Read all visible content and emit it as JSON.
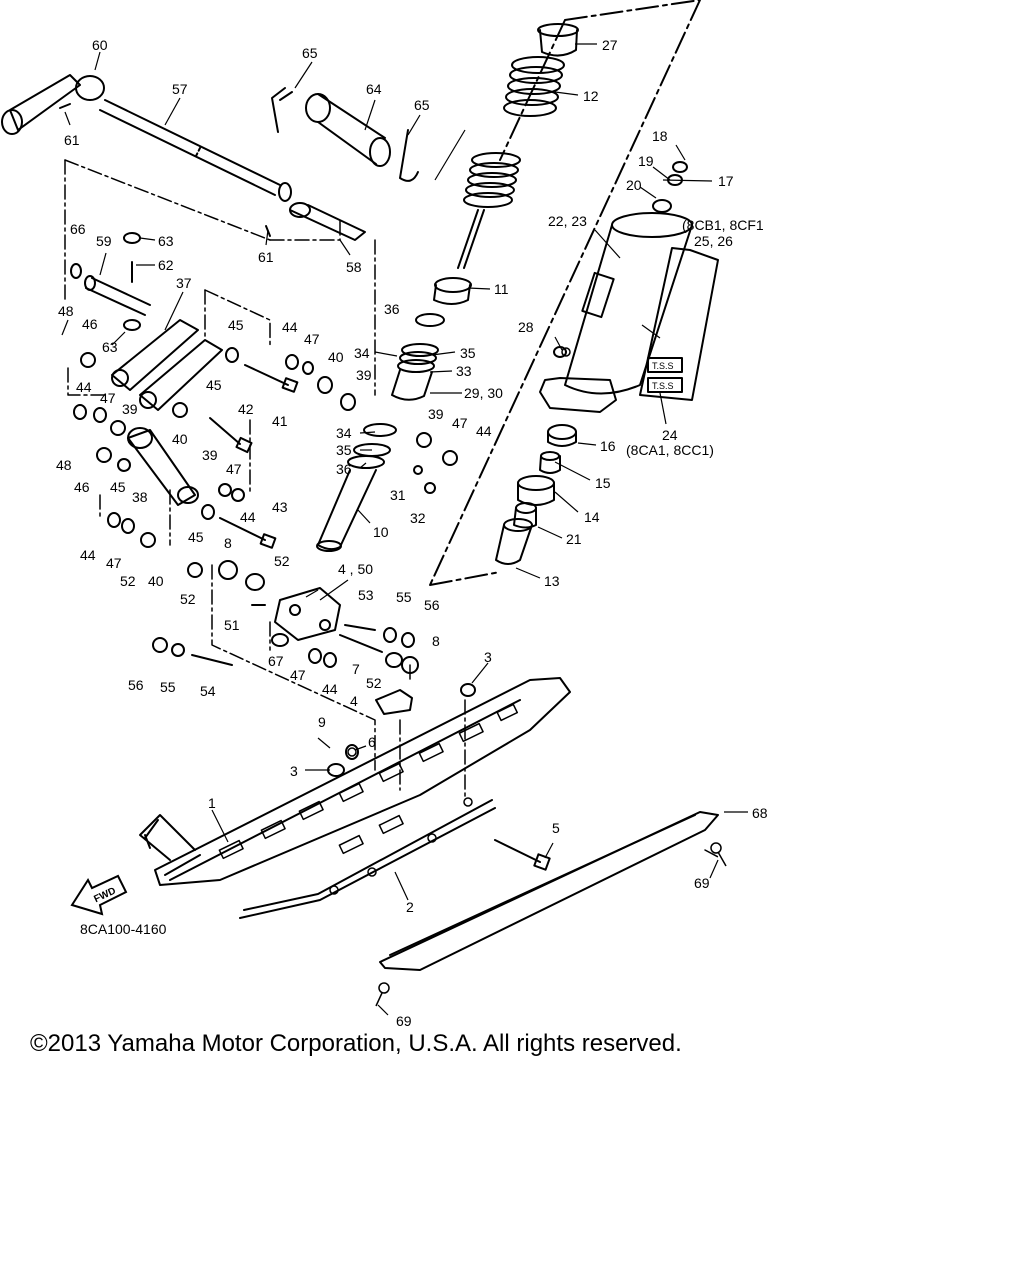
{
  "diagram": {
    "part_number": "8CA100-4160",
    "fwd_label": "FWD",
    "callouts": {
      "c1": "1",
      "c2": "2",
      "c3a": "3",
      "c3b": "3",
      "c4": "4",
      "c4_50": "4 , 50",
      "c5": "5",
      "c6": "6",
      "c7": "7",
      "c8a": "8",
      "c8b": "8",
      "c9": "9",
      "c10": "10",
      "c11": "11",
      "c12": "12",
      "c13": "13",
      "c14": "14",
      "c15": "15",
      "c16": "16",
      "c17": "17",
      "c18": "18",
      "c19": "19",
      "c20": "20",
      "c21": "21",
      "c22_23": "22, 23",
      "c24": "24",
      "c8ca1": "(8CA1, 8CC1)",
      "c8cb1": "(8CB1, 8CF1",
      "c25_26": "25, 26",
      "c27": "27",
      "c28": "28",
      "c29_30": "29, 30",
      "c31": "31",
      "c32": "32",
      "c33": "33",
      "c34a": "34",
      "c34b": "34",
      "c35a": "35",
      "c35b": "35",
      "c36a": "36",
      "c36b": "36",
      "c37": "37",
      "c38": "38",
      "c39a": "39",
      "c39b": "39",
      "c39c": "39",
      "c39d": "39",
      "c40a": "40",
      "c40b": "40",
      "c40c": "40",
      "c41": "41",
      "c42": "42",
      "c43": "43",
      "c44a": "44",
      "c44b": "44",
      "c44c": "44",
      "c44d": "44",
      "c44e": "44",
      "c44f": "44",
      "c45a": "45",
      "c45b": "45",
      "c45c": "45",
      "c45d": "45",
      "c46a": "46",
      "c46b": "46",
      "c47a": "47",
      "c47b": "47",
      "c47c": "47",
      "c47d": "47",
      "c47e": "47",
      "c47f": "47",
      "c48a": "48",
      "c48b": "48",
      "c51": "51",
      "c52a": "52",
      "c52b": "52",
      "c52c": "52",
      "c52d": "52",
      "c53": "53",
      "c54": "54",
      "c55a": "55",
      "c55b": "55",
      "c56a": "56",
      "c56b": "56",
      "c57": "57",
      "c58": "58",
      "c59": "59",
      "c60": "60",
      "c61a": "61",
      "c61b": "61",
      "c62": "62",
      "c63a": "63",
      "c63b": "63",
      "c64": "64",
      "c65a": "65",
      "c65b": "65",
      "c66": "66",
      "c67": "67",
      "c68": "68",
      "c69a": "69",
      "c69b": "69",
      "tss1": "T.S.S",
      "tss2": "T.S.S"
    }
  },
  "footer": {
    "copyright": "©2013 Yamaha Motor Corporation, U.S.A. All rights reserved."
  }
}
